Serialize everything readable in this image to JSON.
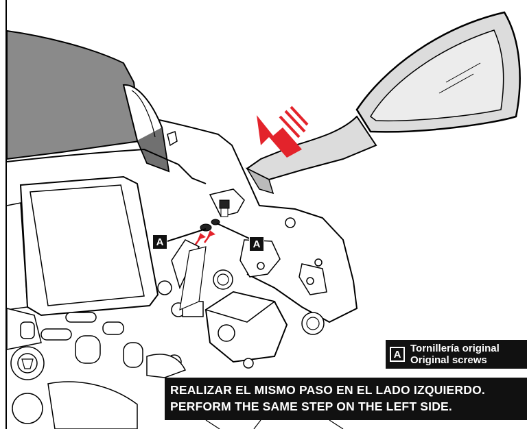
{
  "callouts": {
    "left_label": "A",
    "right_label": "A"
  },
  "legend": {
    "key": "A",
    "line1": "Tornillería original",
    "line2": "Original screws"
  },
  "instruction": {
    "line1": "REALIZAR EL MISMO PASO EN EL LADO IZQUIERDO.",
    "line2": "PERFORM THE SAME STEP ON THE LEFT SIDE."
  },
  "icons": {
    "direction_arrow": "red-direction-arrow-icon",
    "insert_arrows": "red-insert-arrows-icon"
  },
  "colors": {
    "accent_red": "#e3232b",
    "label_bg": "#111111",
    "screen_tint": "#8a8a8a",
    "mirror_gray": "#dcdcdc"
  }
}
